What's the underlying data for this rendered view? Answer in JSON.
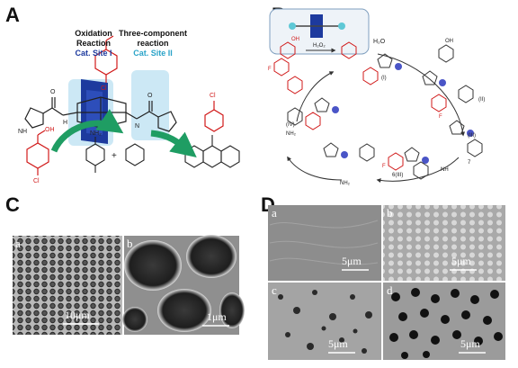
{
  "panels": {
    "A": "A",
    "B": "B",
    "C": "C",
    "D": "D"
  },
  "panel_a": {
    "site1_title_1": "Oxidation",
    "site1_title_2": "Reaction",
    "site1_label": "Cat. Site I",
    "site2_title_1": "Three-component",
    "site2_title_2": "reaction",
    "site2_label": "Cat. Site II",
    "cl_labels": [
      "Cl",
      "Cl",
      "Cl"
    ],
    "oh": "OH",
    "nh2": "NH₂",
    "nh": "NH",
    "h": "H",
    "n": "N",
    "o": "O",
    "plus": "+",
    "colors": {
      "site1": "#1d3a9e",
      "site2": "#2aa3c8",
      "arrow": "#1f9d63",
      "red": "#d11a1a"
    }
  },
  "panel_b": {
    "h2o2": "H₂O₂",
    "h2o": "H₂O",
    "oh": "OH",
    "nh2": "NH₂",
    "f": "F",
    "o": "O",
    "nh": "NH",
    "intermediates": [
      "(I)",
      "(II)",
      "(III)",
      "(IV)",
      "7",
      "6(III)"
    ]
  },
  "panel_c": {
    "sub_a": "a",
    "sub_b": "b",
    "scale_a": "10μm",
    "scale_b": "1μm"
  },
  "panel_d": {
    "sub_a": "a",
    "sub_b": "b",
    "sub_c": "c",
    "sub_d": "d",
    "scale_a": "5μm",
    "scale_b": "5μm",
    "scale_c": "5μm",
    "scale_d": "5μm"
  }
}
